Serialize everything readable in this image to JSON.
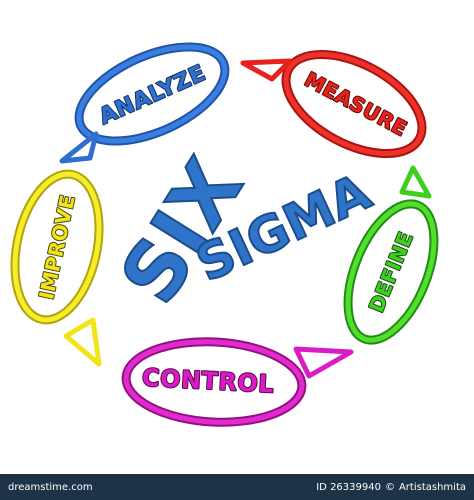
{
  "title": {
    "line1": "SIX",
    "line2": "SIGMA"
  },
  "steps": [
    {
      "label": "MEASURE",
      "color": "#e8211b"
    },
    {
      "label": "DEFINE",
      "color": "#3fcf1f"
    },
    {
      "label": "CONTROL",
      "color": "#d91cc6"
    },
    {
      "label": "IMPROVE",
      "color": "#f2e416"
    },
    {
      "label": "ANALYZE",
      "color": "#2f6fd0"
    }
  ],
  "colors": {
    "sigma": "#2f74c8",
    "footer_bg": "#1d3448"
  },
  "footer": {
    "site": "dreamstime.com",
    "id": "ID 26339940",
    "separator": "©",
    "author": "Artistashmita"
  }
}
